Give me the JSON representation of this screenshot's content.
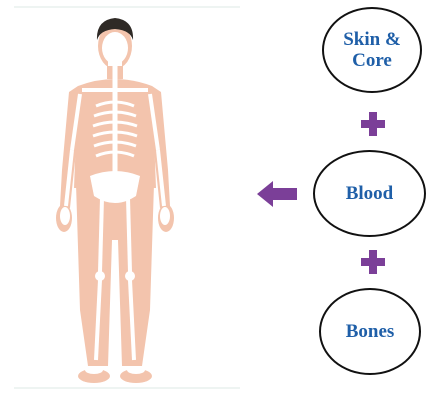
{
  "diagram": {
    "ovals": [
      {
        "label": "Skin &\nCore"
      },
      {
        "label": "Blood"
      },
      {
        "label": "Bones"
      }
    ],
    "operator_symbol": "plus",
    "arrow_direction": "left",
    "colors": {
      "oval_text": "#1f5fa8",
      "oval_border": "#111111",
      "operator": "#7b3f98",
      "arrow": "#7b3f98",
      "body_silhouette": "#f3c4ad",
      "skeleton": "#ffffff",
      "hair": "#2f2a26"
    },
    "figure_icon": "human-skeleton-illustration"
  }
}
